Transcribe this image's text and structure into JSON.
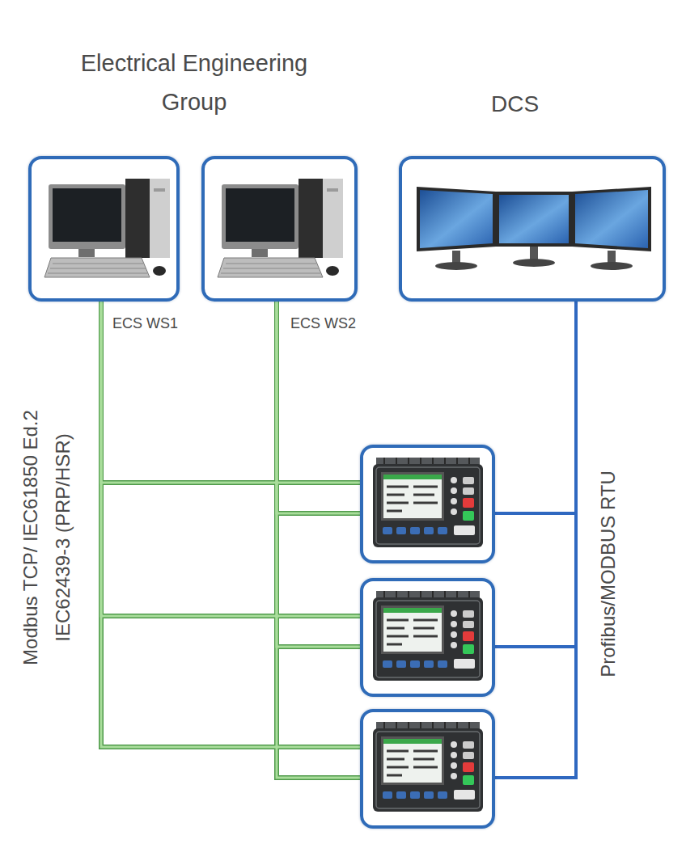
{
  "diagram": {
    "nodes": [
      {
        "text": [
          "ECS WS1"
        ]
      },
      {
        "text": [
          "ECS WS2"
        ]
      },
      {
        "text": [
          "DCS"
        ]
      },
      {
        "text": []
      },
      {
        "text": []
      },
      {
        "text": []
      }
    ],
    "edges": [
      {
        "from": 0,
        "to": 3,
        "arrow": "none"
      },
      {
        "from": 0,
        "to": 4,
        "arrow": "none"
      },
      {
        "from": 0,
        "to": 5,
        "arrow": "none"
      },
      {
        "from": 1,
        "to": 3,
        "arrow": "none"
      },
      {
        "from": 1,
        "to": 4,
        "arrow": "none"
      },
      {
        "from": 1,
        "to": 5,
        "arrow": "none"
      },
      {
        "from": 2,
        "to": 3,
        "arrow": "none"
      },
      {
        "from": 2,
        "to": 4,
        "arrow": "none"
      },
      {
        "from": 2,
        "to": 5,
        "arrow": "none"
      }
    ],
    "labels": [
      "Electrical Engineering Group",
      "Modbus TCP/ IEC61850 Ed.2 IEC62439-3 (PRP/HSR)",
      "Profibus/MODBUS RTU"
    ]
  }
}
